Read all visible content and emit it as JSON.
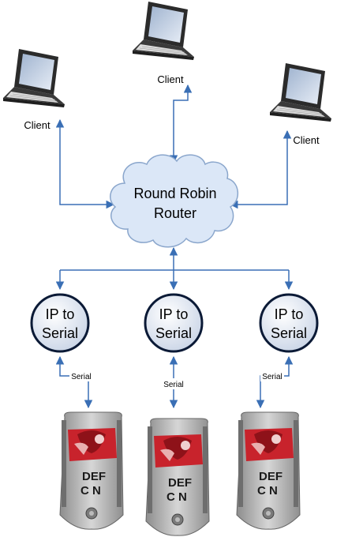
{
  "clients": [
    {
      "label": "Client"
    },
    {
      "label": "Client"
    },
    {
      "label": "Client"
    }
  ],
  "router": {
    "line1": "Round Robin",
    "line2": "Router"
  },
  "nodes": [
    {
      "line1": "IP to",
      "line2": "Serial"
    },
    {
      "line1": "IP to",
      "line2": "Serial"
    },
    {
      "line1": "IP to",
      "line2": "Serial"
    }
  ],
  "serial_links": [
    {
      "label": "Serial"
    },
    {
      "label": "Serial"
    },
    {
      "label": "Serial"
    }
  ],
  "badges": [
    {
      "text_top": "DEF",
      "text_bottom": "C N"
    },
    {
      "text_top": "DEF",
      "text_bottom": "C N"
    },
    {
      "text_top": "DEF",
      "text_bottom": "C N"
    }
  ],
  "colors": {
    "connector": "#3a6fb5",
    "cloud_fill": "#dbe7f7",
    "cloud_stroke": "#8aa6cc",
    "node_fill": "#dfe7f2",
    "node_stroke": "#0b1a36",
    "badge_red": "#c8232c",
    "badge_metal": "#b9b9b9"
  },
  "icons": [
    "laptop-icon",
    "cloud-icon",
    "defcon-badge-icon"
  ]
}
